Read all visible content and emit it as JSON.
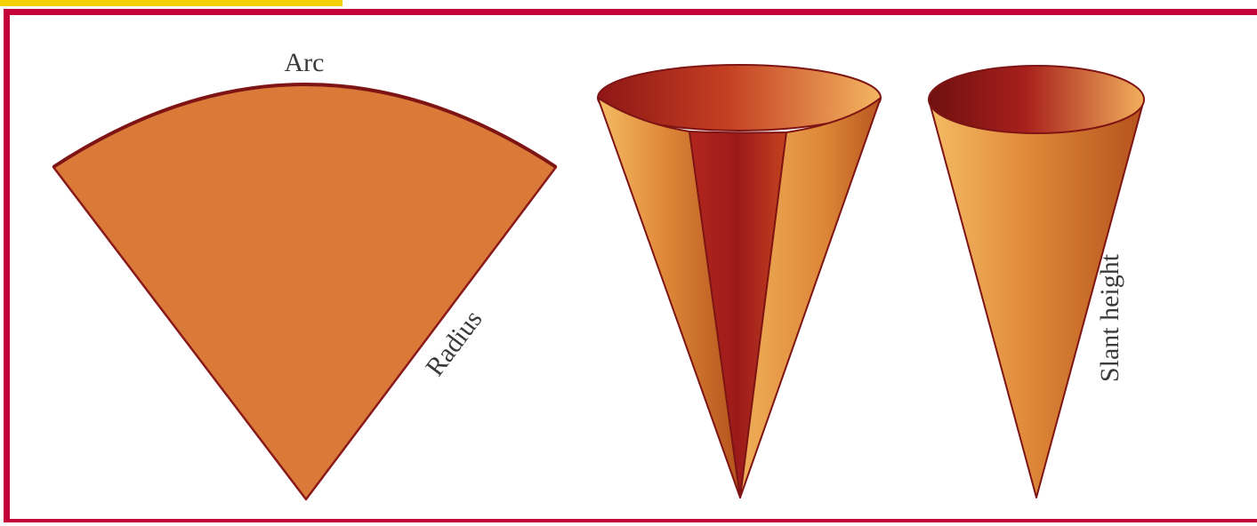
{
  "labels": {
    "arc": "Arc",
    "radius": "Radius",
    "slant_height": "Slant height"
  },
  "colors": {
    "frame": "#c4003b",
    "accent_strip": "#f5d000",
    "sector_fill": "#d97a38",
    "outline": "#8a1a1a",
    "cone_light": "#f2b35e",
    "cone_dark": "#9c1c1c",
    "label_text": "#3a3a3a"
  }
}
